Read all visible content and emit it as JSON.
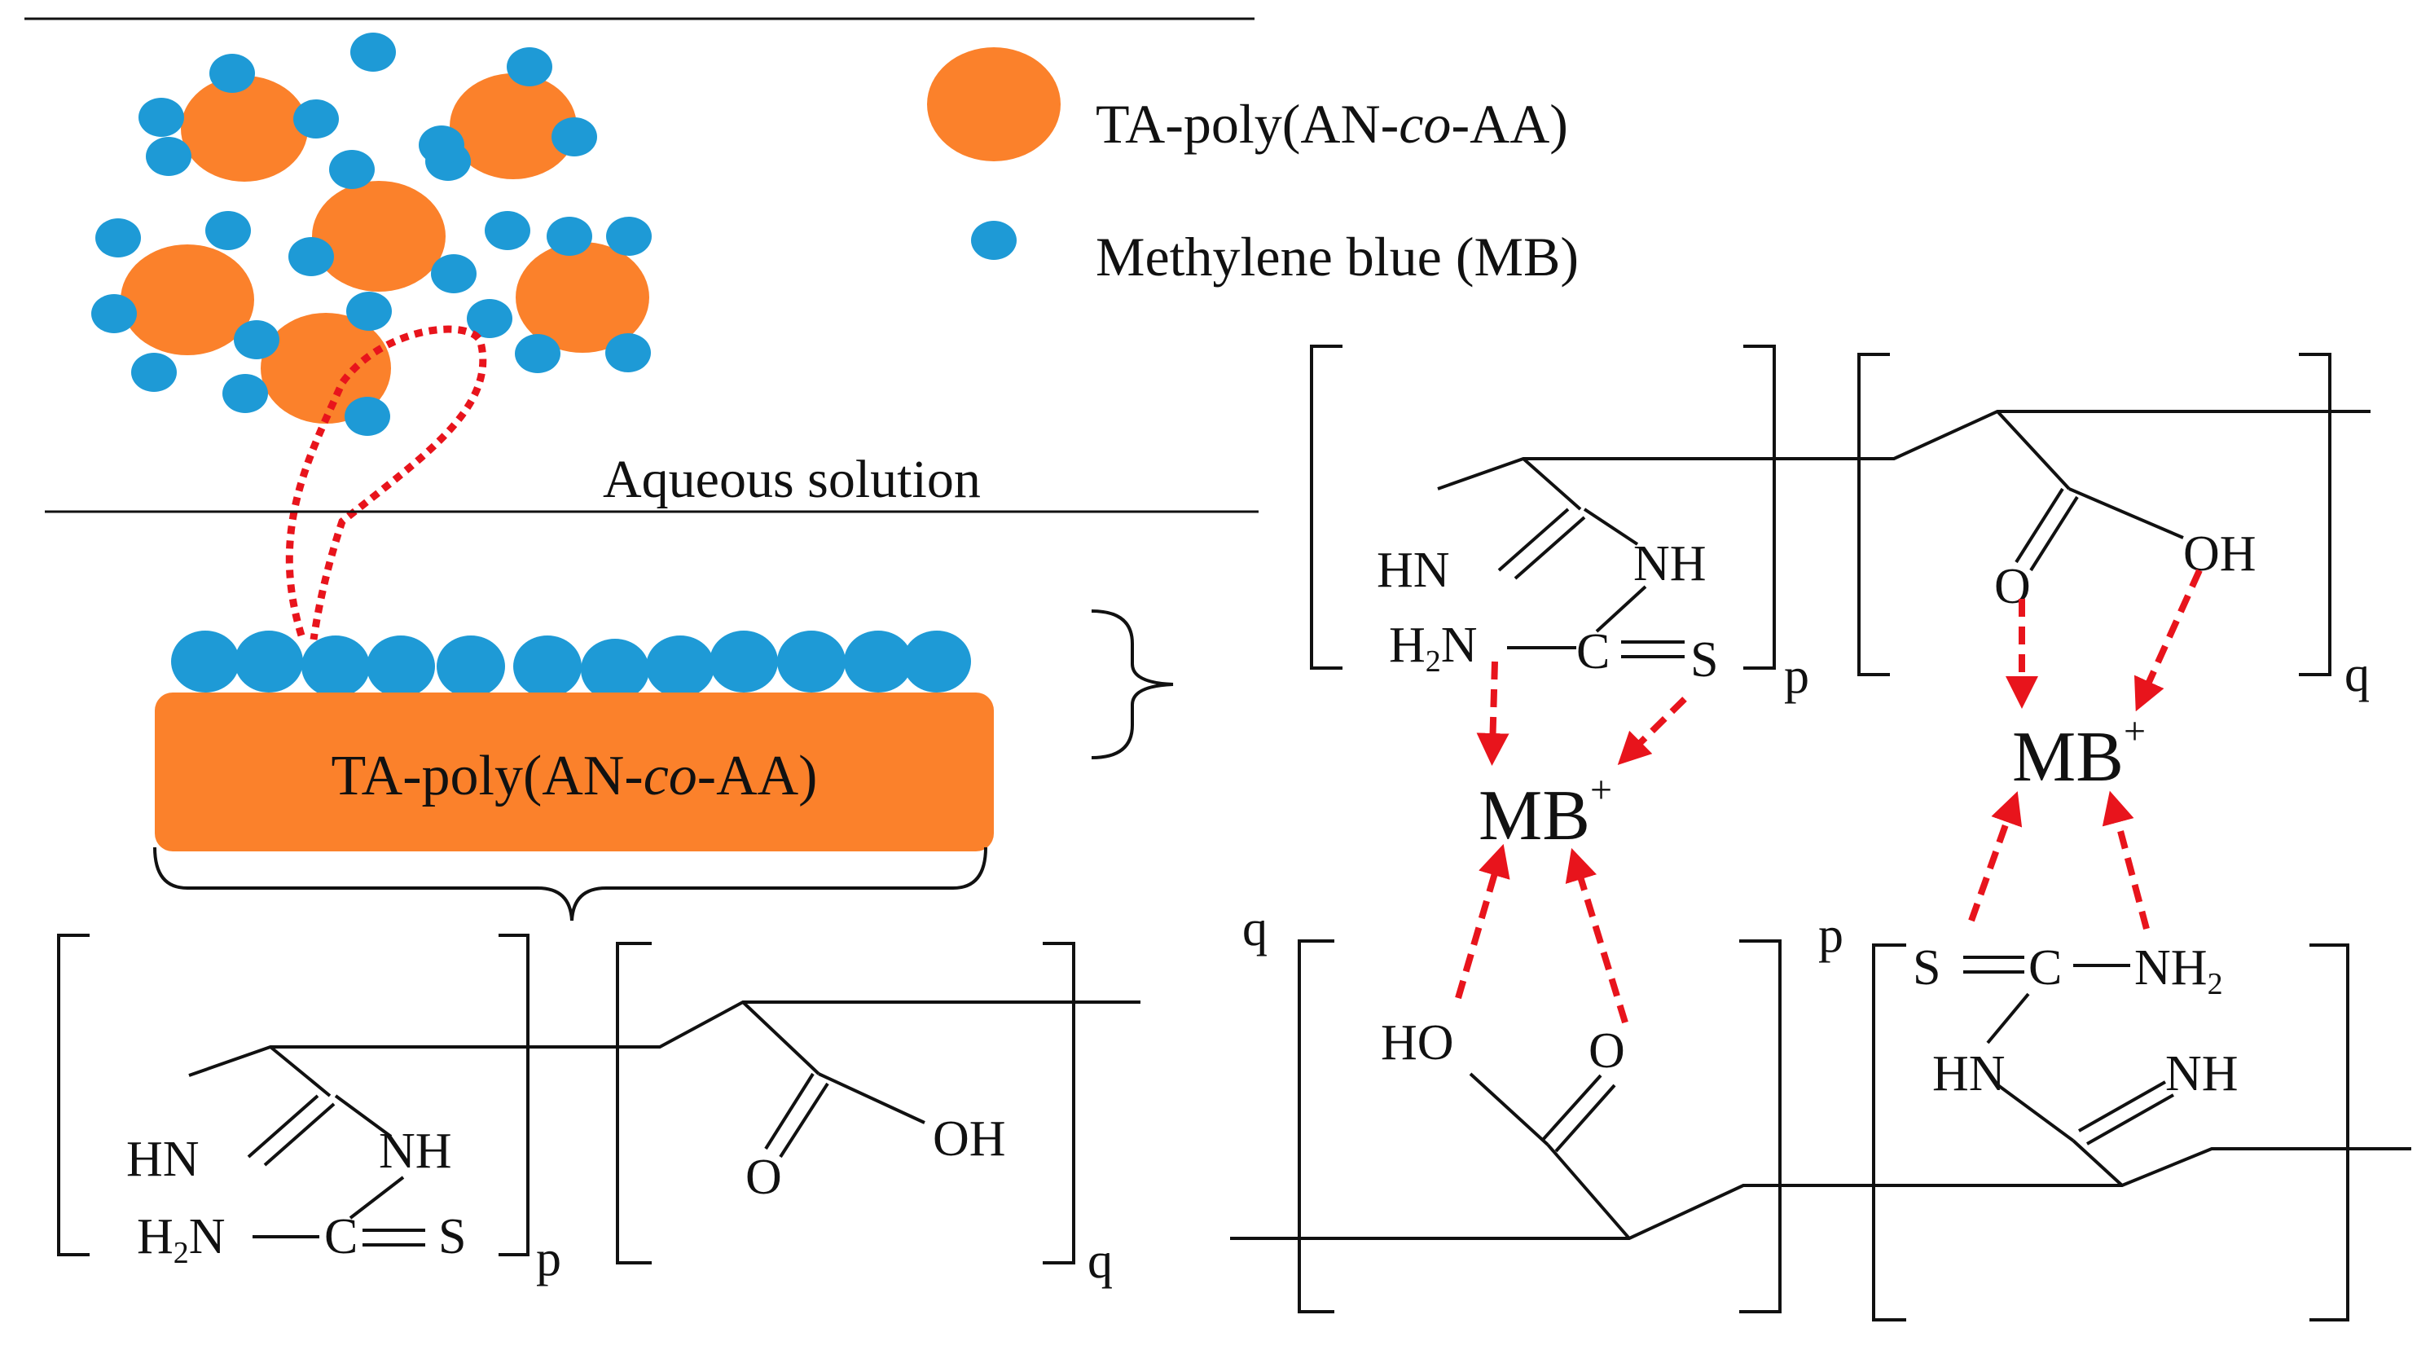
{
  "colors": {
    "particle": "#FB812B",
    "dye": "#1E9AD6",
    "arrow": "#E8141C",
    "line": "#111111"
  },
  "legend": {
    "particle_label_prefix": "TA-poly(AN-",
    "particle_label_italic": "co",
    "particle_label_suffix": "-AA)",
    "dye_label": "Methylene blue (MB)"
  },
  "solution_label": "Aqueous solution",
  "slab": {
    "label_prefix": "TA-poly(AN-",
    "label_italic": "co",
    "label_suffix": "-AA)"
  },
  "chem": {
    "hn": "HN",
    "nh": "NH",
    "h": "H",
    "h_sub": "2",
    "n": "N",
    "c": "C",
    "s": "S",
    "o": "O",
    "oh": "OH",
    "ho": "HO",
    "nh_prefix": "NH",
    "nh2_sub": "2",
    "p": "p",
    "q": "q",
    "mb": "MB",
    "plus": "+"
  }
}
